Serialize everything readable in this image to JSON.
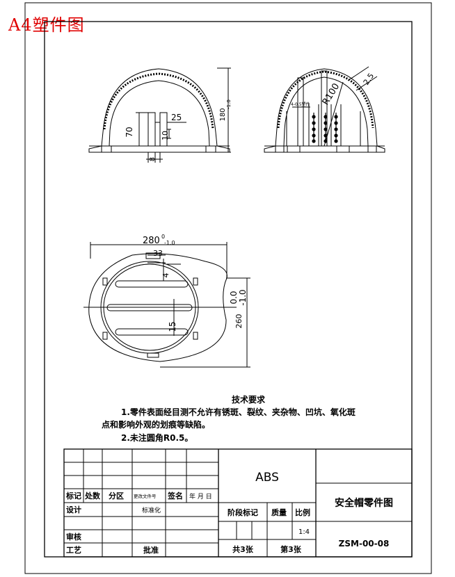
{
  "header": {
    "title": "A4塑件图"
  },
  "dimensions": {
    "front": {
      "d70": "70",
      "d25": "25",
      "d10": "10",
      "d8": "8",
      "d180": "180",
      "d180_tol": "-1.0"
    },
    "side": {
      "r100": "R100",
      "d25": "2.5",
      "note": "4-0.5塑件"
    },
    "plan": {
      "d280": "280",
      "d280_tol_upper": "0",
      "d280_tol_lower": "-1.0",
      "d33": "33",
      "d4": "4",
      "d15": "15",
      "d260": "260",
      "d260_tol_upper": "0.0",
      "d260_tol_lower": "-1.0"
    }
  },
  "tech": {
    "title": "技术要求",
    "line1": "1.零件表面经目测不允许有锈斑、裂纹、夹杂物、凹坑、氧化斑",
    "line2": "点和影响外观的划痕等缺陷。",
    "line3": "2.未注圆角R0.5。"
  },
  "title_block": {
    "material": "ABS",
    "part_name": "安全帽零件图",
    "code": "ZSM-00-08",
    "scale": "1:4",
    "sheets_total": "共3张",
    "sheet_no": "第3张",
    "labels": {
      "mark": "标记",
      "count": "处数",
      "zone": "分区",
      "change_doc": "更改文件号",
      "sign": "签名",
      "date": "年 月 日",
      "design": "设计",
      "standard": "标准化",
      "review": "审核",
      "process": "工艺",
      "approve": "批准",
      "stage": "阶段标记",
      "mass": "质量",
      "ratio": "比例"
    }
  }
}
